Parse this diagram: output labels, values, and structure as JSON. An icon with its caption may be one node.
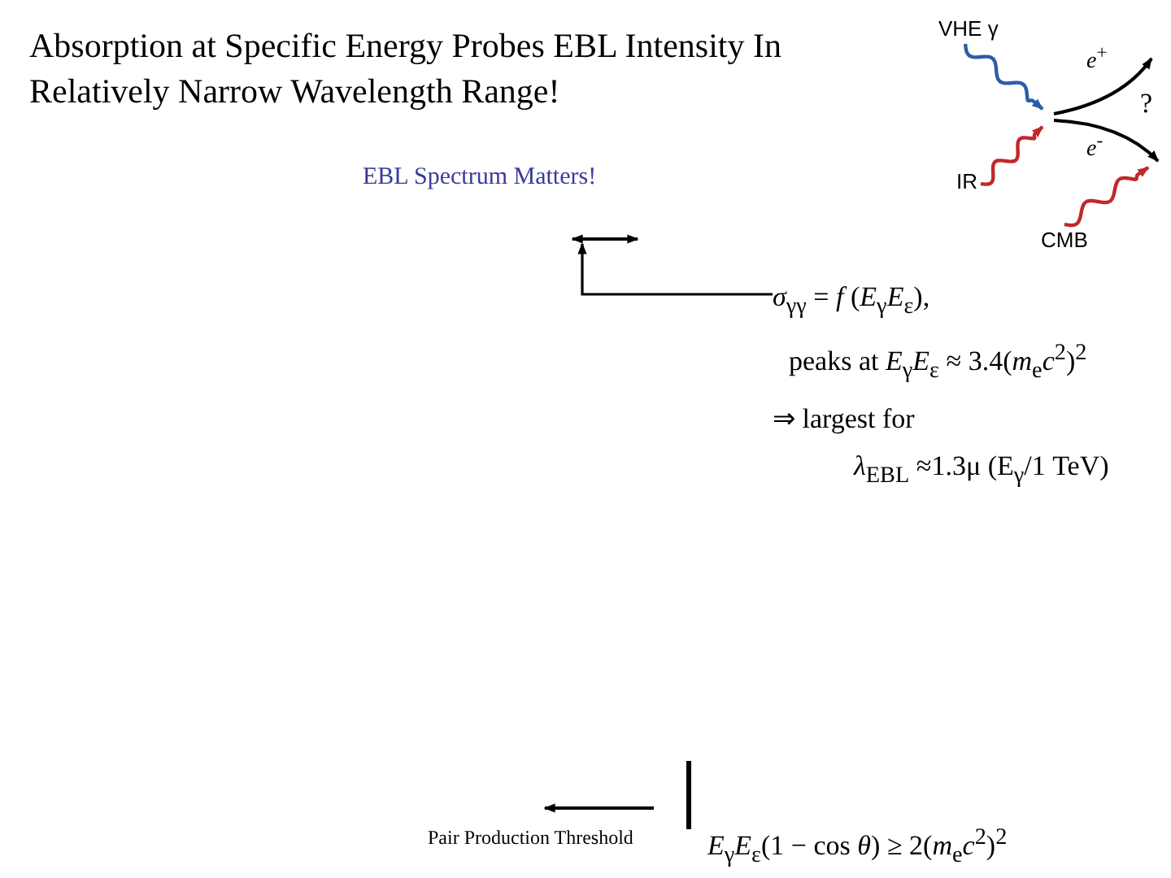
{
  "diagram": {
    "title": "Absorption at Specific Energy Probes EBL Intensity In Relatively Narrow Wavelength Range!",
    "nodes": [
      {
        "text": [
          "VHE γ"
        ]
      },
      {
        "text": [
          "IR"
        ]
      },
      {
        "text": [
          "CMB"
        ]
      },
      {
        "text": [
          "*σ*$_{γγ}$ = *f* (*E*$_{γ}$*E*$_{ε}$),",
          "peaks at *E*$_{γ}$*E*$_{ε}$ ≈ 3.4(*m*$_{e}$*c*$^{2}$)$^{2}$",
          "⇒ largest for",
          "*λ*$_{EBL}$ ≈1.3μ (E$_{γ}$/1 TeV)"
        ]
      }
    ],
    "edges": [
      {
        "from": 0,
        "to": null,
        "arrow": "to",
        "color": "#2b5ea8"
      },
      {
        "from": 1,
        "to": null,
        "arrow": "to",
        "color": "#c0282a"
      },
      {
        "from": 2,
        "to": null,
        "arrow": "to",
        "color": "#c0282a"
      },
      {
        "from": 3,
        "to": null,
        "arrow": "to",
        "color": "#000000"
      }
    ],
    "labels": [
      "*e*$^{+}$",
      "?",
      "*e*$^{-}$",
      "EBL Spectrum Matters!",
      "Pair Production Threshold",
      "*E*$_{γ}$*E*$_{ε}$(1 − cos *θ*) ≥ 2(*m*$_{e}$*c*$^{2}$)$^{2}$"
    ]
  }
}
